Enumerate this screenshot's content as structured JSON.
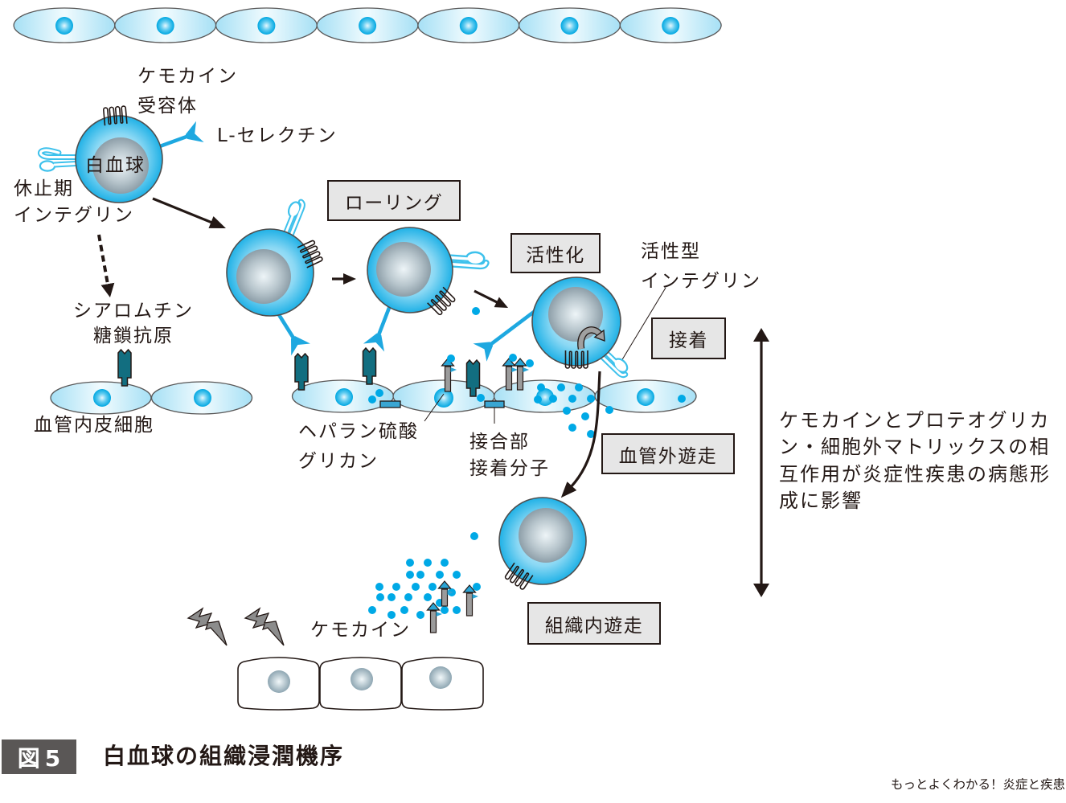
{
  "figure": {
    "label": "図5",
    "title": "白血球の組織浸潤機序",
    "source": "もっとよくわかる！炎症と疾患"
  },
  "labels": {
    "chemokine_receptor": [
      "ケモカイン",
      "受容体"
    ],
    "l_selectin": "L-セレクチン",
    "leukocyte": "白血球",
    "resting_integrin": [
      "休止期",
      "インテグリン"
    ],
    "sialomucin_glycan_antigen": [
      "シアロムチン",
      "糖鎖抗原"
    ],
    "vascular_endothelial_cell": "血管内皮細胞",
    "heparan_sulfate_proteoglycan": [
      "ヘパラン硫酸",
      "グリカン"
    ],
    "junctional_adhesion_molecule": [
      "接合部",
      "接着分子"
    ],
    "active_integrin": [
      "活性型",
      "インテグリン"
    ],
    "chemokine": "ケモカイン"
  },
  "stages": {
    "rolling": "ローリング",
    "activation": "活性化",
    "adhesion": "接着",
    "extravasation": "血管外遊走",
    "tissue_migration": "組織内遊走"
  },
  "side_note": {
    "lines": [
      "ケモカインとプロテオグリカ",
      "ン・細胞外マトリックスの相",
      "互作用が炎症性疾患の病態形",
      "成に影響"
    ]
  },
  "colors": {
    "text": "#231815",
    "outline": "#595757",
    "leukocyte": "#1fb1e6",
    "leukocyte_light": "#dcf4fd",
    "nucleus": "#8d9ea8",
    "nucleus_light": "#eef5f8",
    "endothelium": "#a6e0f5",
    "endothelial_nucleus": "#00a7e1",
    "selectin": "#1ea8e0",
    "integrin_outline": "#3dc1ec",
    "selectin_ligand": "#126e80",
    "proteoglycan": "#9b9b9b",
    "chemokine_binding_site": "#2ba4d4",
    "junction_molecule": "#3aa6d3",
    "chemokine": "#00a9e6",
    "stage_box_fill": "#e6e6e6",
    "figure_label_bg": "#5a5756",
    "lightning": "#8c8c8c",
    "tissue_nucleus": "#8ea6b2"
  }
}
